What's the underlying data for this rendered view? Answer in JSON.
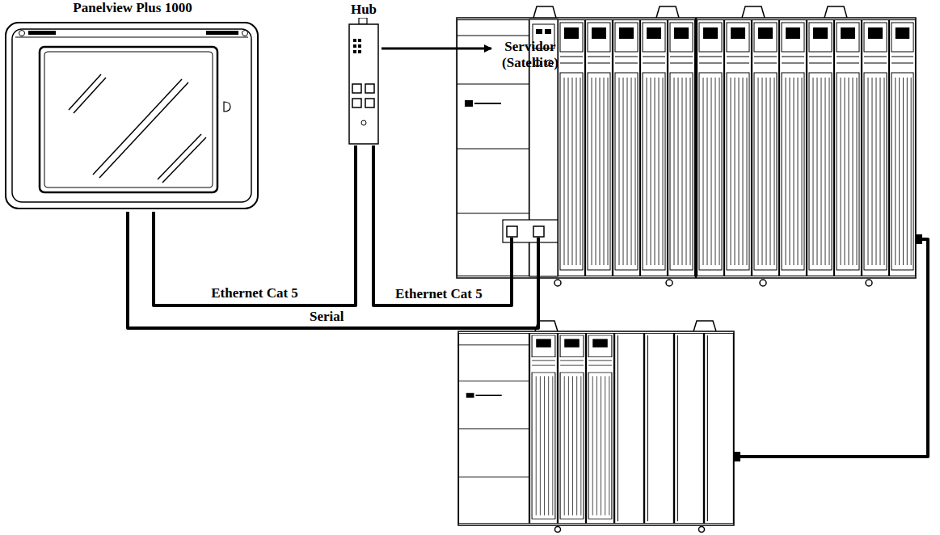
{
  "diagram": {
    "nodes": [
      {
        "text": [
          "Panelview Plus 1000"
        ]
      },
      {
        "text": [
          "Hub"
        ]
      },
      {
        "text": [
          "Servidor (Satellite)"
        ]
      }
    ],
    "edges": [
      {
        "from": 0,
        "to": 1,
        "arrow": "none",
        "label": "Ethernet Cat 5"
      },
      {
        "from": 1,
        "to": 2,
        "arrow": "to"
      }
    ],
    "labels": [
      "Ethernet Cat 5",
      "Serial"
    ]
  }
}
